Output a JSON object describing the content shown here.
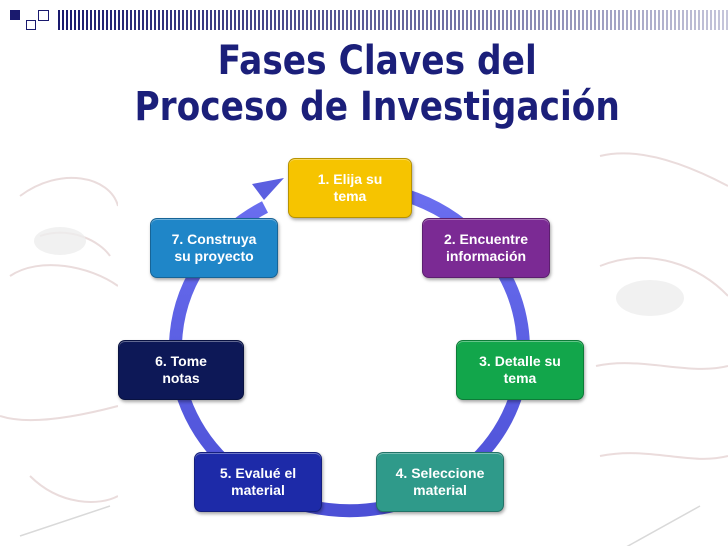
{
  "title": {
    "line1": "Fases Claves del",
    "line2": "Proceso de Investigación"
  },
  "diagram": {
    "nodes": [
      {
        "label": "1. Elija su\ntema",
        "color": "#f6c400"
      },
      {
        "label": "2. Encuentre\ninformación",
        "color": "#7b2a94"
      },
      {
        "label": "3. Detalle su\ntema",
        "color": "#12a64b"
      },
      {
        "label": "4. Seleccione\nmaterial",
        "color": "#2f9a8a"
      },
      {
        "label": "5. Evalué el\nmaterial",
        "color": "#1d2aa8"
      },
      {
        "label": "6. Tome\nnotas",
        "color": "#0d1857"
      },
      {
        "label": "7. Construya\nsu proyecto",
        "color": "#1f86c8"
      }
    ],
    "ring_color": "#5b5fe0"
  },
  "colors": {
    "title": "#1b1f7a",
    "stripe": "#1a1a6e"
  }
}
